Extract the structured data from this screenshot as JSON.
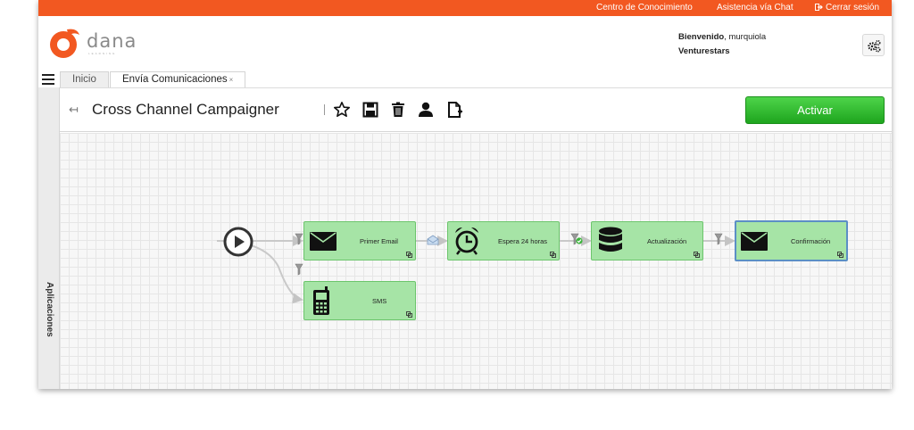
{
  "topbar": {
    "links": [
      "Centro de Conocimiento",
      "Asistencia vía Chat",
      "Cerrar sesión"
    ],
    "logout_icon": "exit-icon",
    "color": "#f25821"
  },
  "header": {
    "logo_text": "dana",
    "logo_tagline": "LEARNING",
    "welcome_label": "Bienvenido",
    "welcome_user": ", murquiola",
    "company": "Venturestars",
    "settings_icon": "gears-icon"
  },
  "sidebar": {
    "label": "Aplicaciones",
    "menu_icon": "hamburger-icon"
  },
  "tabs": [
    {
      "label": "Inicio"
    },
    {
      "label": "Envía Comunicaciones",
      "close": "×"
    }
  ],
  "toolbar": {
    "back_icon": "back-arrow-icon",
    "back": "↤",
    "title": "Cross Channel Campaigner",
    "icons": [
      "star-icon",
      "save-icon",
      "trash-icon",
      "user-icon",
      "new-document-icon"
    ],
    "activate_label": "Activar",
    "activate_color": "#2cb52c"
  },
  "flow": {
    "start_icon": "play-icon",
    "nodes": [
      {
        "label": "Primer Email",
        "icon": "envelope-icon"
      },
      {
        "label": "Espera 24 horas",
        "icon": "alarm-clock-icon"
      },
      {
        "label": "Actualización",
        "icon": "database-icon"
      },
      {
        "label": "Confirmación",
        "icon": "envelope-icon",
        "selected": true
      },
      {
        "label": "SMS",
        "icon": "mobile-phone-icon"
      }
    ],
    "connector_icons": [
      "filter-icon",
      "filter-icon",
      "envelope-open-icon",
      "filter-check-icon",
      "filter-icon"
    ],
    "node_color": "#a6e4a6",
    "selected_border": "#5b8fc5"
  }
}
